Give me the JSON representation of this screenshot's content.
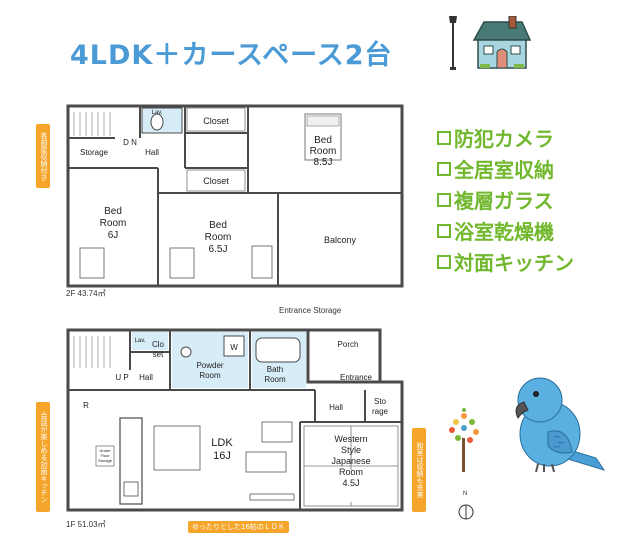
{
  "title": "4LDK＋カースペース2台",
  "features": [
    {
      "label": "防犯カメラ"
    },
    {
      "label": "全居室収納"
    },
    {
      "label": "複層ガラス"
    },
    {
      "label": "浴室乾燥機"
    },
    {
      "label": "対面キッチン"
    }
  ],
  "second_floor": {
    "area_label": "2F 43.74㎡",
    "rooms": {
      "bed1_name": "Bed",
      "bed1_name2": "Room",
      "bed1_size": "8.5J",
      "bed2_name": "Bed",
      "bed2_name2": "Room",
      "bed2_size": "6J",
      "bed3_name": "Bed",
      "bed3_name2": "Room",
      "bed3_size": "6.5J",
      "closet1": "Closet",
      "closet2": "Closet",
      "storage": "Storage",
      "dn": "D N",
      "hall": "Hall",
      "lav": "Lav.",
      "balcony": "Balcony"
    },
    "callout_storage": "各部屋収納付き"
  },
  "first_floor": {
    "area_label": "1F 51.03㎡",
    "rooms": {
      "entrance_storage": "Entrance Storage",
      "porch": "Porch",
      "entrance": "Entrance",
      "lav": "Lav.",
      "closet1": "Clo",
      "closet2": "set",
      "powder1": "Powder",
      "powder2": "Room",
      "bath1": "Bath",
      "bath2": "Room",
      "up": "U P",
      "hall_left": "Hall",
      "hall_right": "Hall",
      "storage1": "Sto",
      "storage2": "rage",
      "ldk": "LDK",
      "ldk_size": "16J",
      "west1": "Western",
      "west2": "Style",
      "west3": "Japanese",
      "west4": "Room",
      "west_size": "4.5J",
      "r_mark": "R",
      "w_mark": "W",
      "under_floor1": "Under",
      "under_floor2": "Floor",
      "under_floor3": "Storage"
    },
    "callout_kitchen": "会話が楽しめる対面キッチン",
    "callout_ldk": "ゆったりとした16帖のＬＤＫ",
    "callout_japanese": "和室は収納も充実",
    "north": "N"
  },
  "colors": {
    "title": "#4a9ad6",
    "features": "#72b82e",
    "callout": "#f4a52a",
    "wet_area": "#d6ecf7",
    "wall": "#4a4a4a"
  },
  "illustrations": {
    "house": "house-icon",
    "lamp": "street-lamp-icon",
    "bird": "parrot-icon",
    "tree": "tree-icon"
  }
}
